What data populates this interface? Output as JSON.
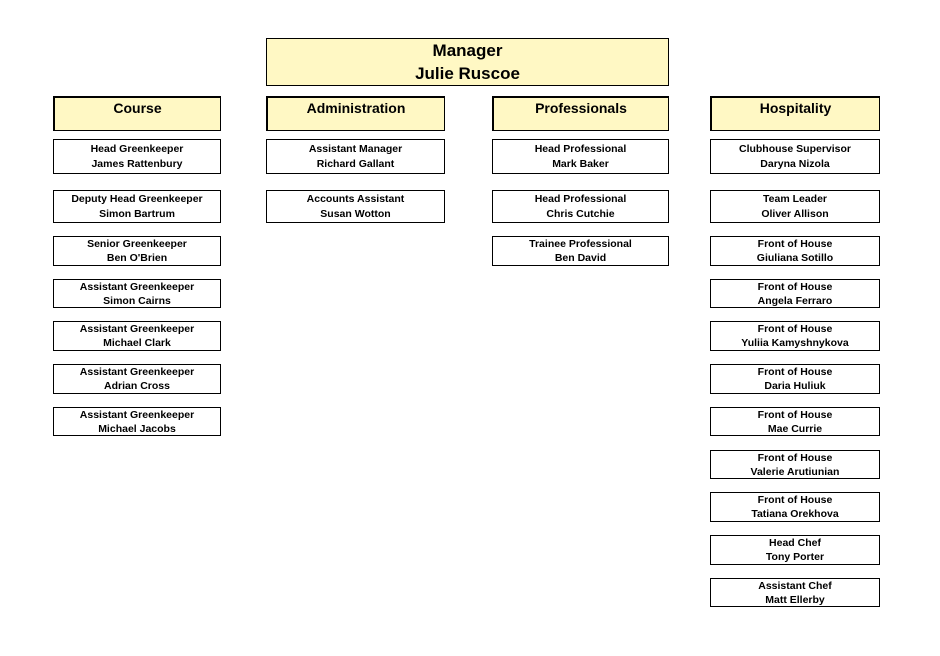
{
  "manager": {
    "title": "Manager",
    "name": "Julie Ruscoe"
  },
  "departments": [
    {
      "name": "Course",
      "staff": [
        {
          "role": "Head Greenkeeper",
          "name": "James Rattenbury"
        },
        {
          "role": "Deputy Head Greenkeeper",
          "name": "Simon Bartrum"
        },
        {
          "role": "Senior Greenkeeper",
          "name": "Ben O'Brien"
        },
        {
          "role": "Assistant Greenkeeper",
          "name": "Simon Cairns"
        },
        {
          "role": "Assistant Greenkeeper",
          "name": "Michael Clark"
        },
        {
          "role": "Assistant Greenkeeper",
          "name": "Adrian Cross"
        },
        {
          "role": "Assistant Greenkeeper",
          "name": "Michael Jacobs"
        }
      ]
    },
    {
      "name": "Administration",
      "staff": [
        {
          "role": "Assistant Manager",
          "name": "Richard Gallant"
        },
        {
          "role": "Accounts Assistant",
          "name": "Susan Wotton"
        }
      ]
    },
    {
      "name": "Professionals",
      "staff": [
        {
          "role": "Head Professional",
          "name": "Mark Baker"
        },
        {
          "role": "Head Professional",
          "name": "Chris Cutchie"
        },
        {
          "role": "Trainee Professional",
          "name": "Ben David"
        }
      ]
    },
    {
      "name": "Hospitality",
      "staff": [
        {
          "role": "Clubhouse Supervisor",
          "name": "Daryna Nizola"
        },
        {
          "role": "Team Leader",
          "name": "Oliver Allison"
        },
        {
          "role": "Front of House",
          "name": "Giuliana Sotillo"
        },
        {
          "role": "Front of House",
          "name": "Angela Ferraro"
        },
        {
          "role": "Front of House",
          "name": "Yuliia Kamyshnykova"
        },
        {
          "role": "Front of House",
          "name": "Daria Huliuk"
        },
        {
          "role": "Front of House",
          "name": "Mae Currie"
        },
        {
          "role": "Front of House",
          "name": "Valerie Arutiunian"
        },
        {
          "role": "Front of House",
          "name": "Tatiana Orekhova"
        },
        {
          "role": "Head Chef",
          "name": "Tony Porter"
        },
        {
          "role": "Assistant Chef",
          "name": "Matt Ellerby"
        }
      ]
    }
  ]
}
